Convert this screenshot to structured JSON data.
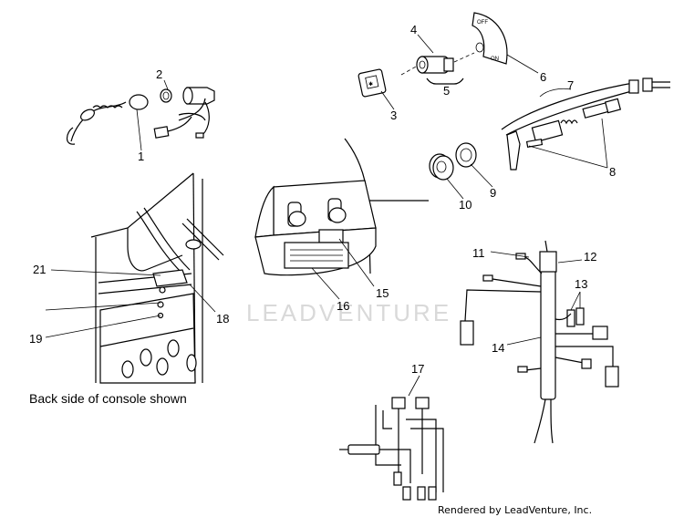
{
  "callouts": [
    "1",
    "2",
    "3",
    "4",
    "5",
    "6",
    "7",
    "8",
    "9",
    "10",
    "11",
    "12",
    "13",
    "14",
    "15",
    "16",
    "17",
    "18",
    "19",
    "21"
  ],
  "note": "Back side of console shown",
  "switch_plate_label": "ON",
  "watermark": "LEADVENTURE",
  "credit": "Rendered by LeadVenture, Inc."
}
